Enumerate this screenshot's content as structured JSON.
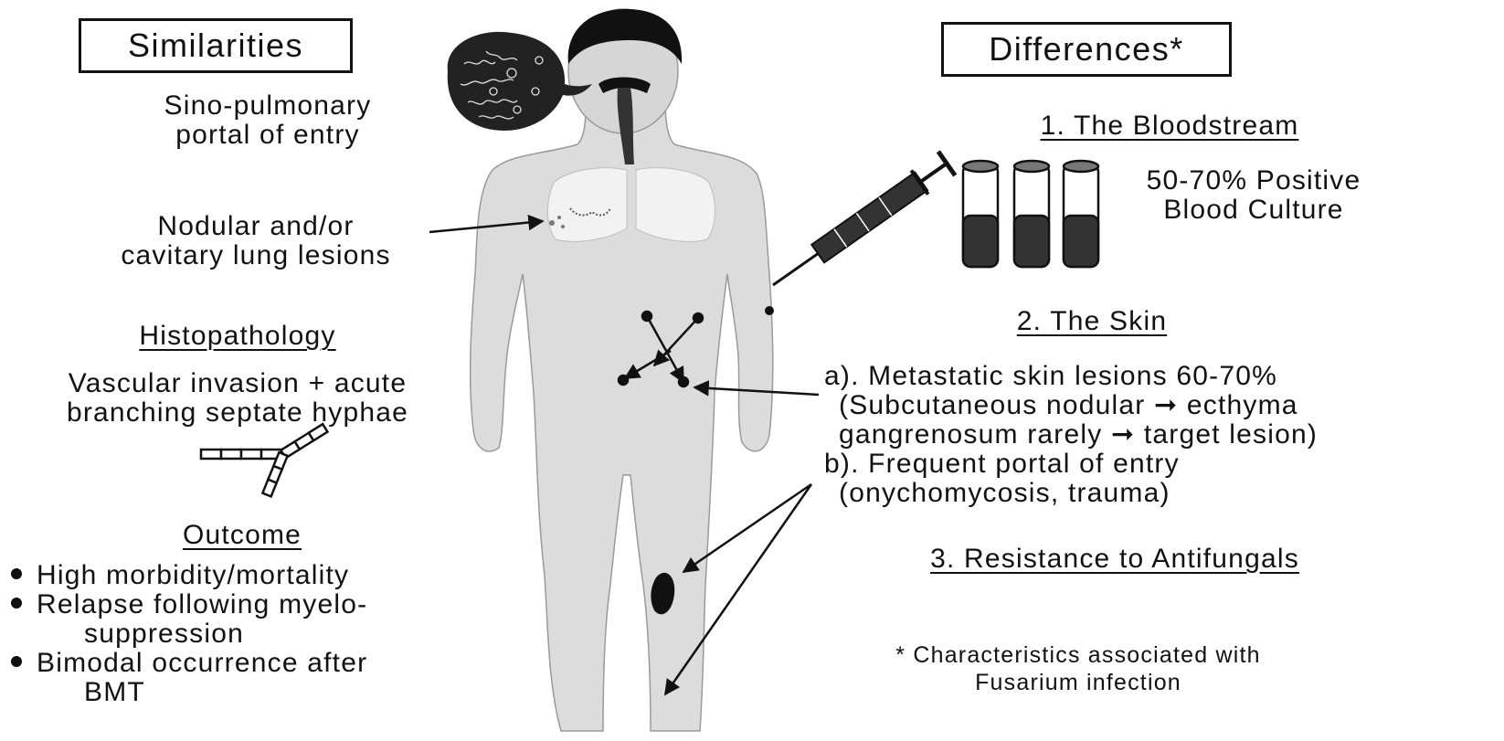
{
  "similarities": {
    "title": "Similarities",
    "portal_line1": "Sino-pulmonary",
    "portal_line2": "portal of entry",
    "lesion_line1": "Nodular and/or",
    "lesion_line2": "cavitary lung lesions",
    "histo_heading": "Histopathology",
    "histo_line1": "Vascular invasion + acute",
    "histo_line2": "branching septate hyphae",
    "outcome_heading": "Outcome",
    "outcome_items": [
      {
        "line1": "High morbidity/mortality"
      },
      {
        "line1": "Relapse following myelo-",
        "line2": "suppression"
      },
      {
        "line1": "Bimodal occurrence after",
        "line2": "BMT"
      }
    ]
  },
  "differences": {
    "title": "Differences*",
    "bloodstream_heading": "1. The Bloodstream",
    "blood_line1": "50-70% Positive",
    "blood_line2": "Blood Culture",
    "skin_heading": "2. The Skin",
    "skin_a1": "a). Metastatic skin lesions 60-70%",
    "skin_a2_pre": "(Subcutaneous nodular",
    "skin_a2_post": "ecthyma",
    "skin_a3_pre": "gangrenosum rarely",
    "skin_a3_post": "target lesion)",
    "skin_b1": "b). Frequent portal of entry",
    "skin_b2": "(onychomycosis, trauma)",
    "resistance_heading": "3. Resistance to Antifungals",
    "footnote_line1": "* Characteristics associated with",
    "footnote_line2": "Fusarium infection"
  },
  "colors": {
    "ink": "#111111",
    "body_fill": "#dcdcdc",
    "lung_fill": "#f2f2f2"
  }
}
